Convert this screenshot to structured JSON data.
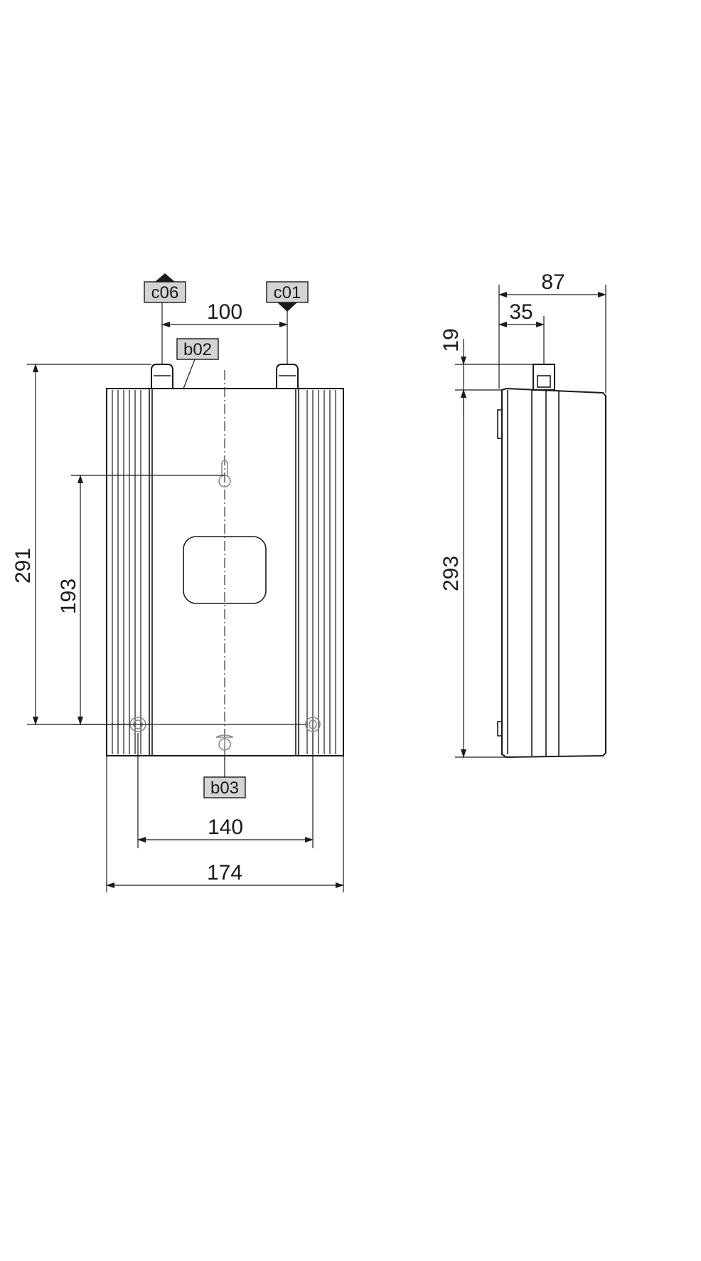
{
  "labels": {
    "c06": "c06",
    "c01": "c01",
    "b02": "b02",
    "b03": "b03"
  },
  "dimensions": {
    "pipe_spacing": "100",
    "height_total": "291",
    "hanger_spacing": "193",
    "fixing_width": "140",
    "width_total": "174",
    "depth_total": "87",
    "pipe_depth": "35",
    "pipe_length": "19",
    "side_height": "293"
  }
}
